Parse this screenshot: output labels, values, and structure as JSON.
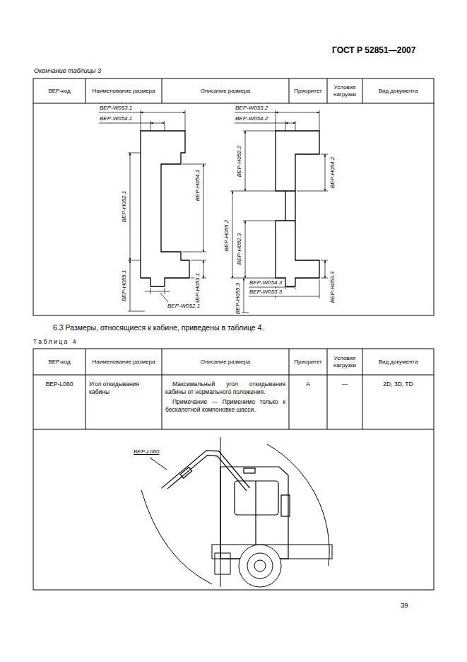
{
  "diagram": {
    "labels": [
      "ГОСТ Р 52851—2007",
      "Окончание таблицы 3",
      "ВЕР-код",
      "Наименование размера",
      "Описание размера",
      "Приоритет",
      "Условия нагрузки",
      "Вид документа",
      "ВЕР-W053.1",
      "ВЕР-W054.1",
      "ВЕР-H054.1",
      "ВЕР-H052.1",
      "ВЕР-H055.1",
      "ВЕР-H053.1",
      "ВЕР-W052.1",
      "ВЕР-W053.2",
      "ВЕР-W054.2",
      "ВЕР-H052.2",
      "ВЕР-H054.2",
      "ВЕР-H055.2",
      "ВЕР-H052.3",
      "ВЕР-W054.3",
      "ВЕР-W053.3",
      "ВЕР-H055.3",
      "ВЕР-H053.3",
      "6.3 Размеры, относящиеся к кабине, приведены в таблице 4.",
      "Таблица 4",
      "ВЕР-код",
      "Наименование размера",
      "Описание размера",
      "Приоритет",
      "Условия нагрузки",
      "Вид документа",
      "ВЕР-L060",
      "Угол откидывания кабины",
      "Максимальный угол откидывания кабины от нормального положения.",
      "Примечание — Применимо только к бескапотной компоновке шасси.",
      "А",
      "—",
      "2D, 3D, TD",
      "ВЕР-L060",
      "39"
    ]
  }
}
